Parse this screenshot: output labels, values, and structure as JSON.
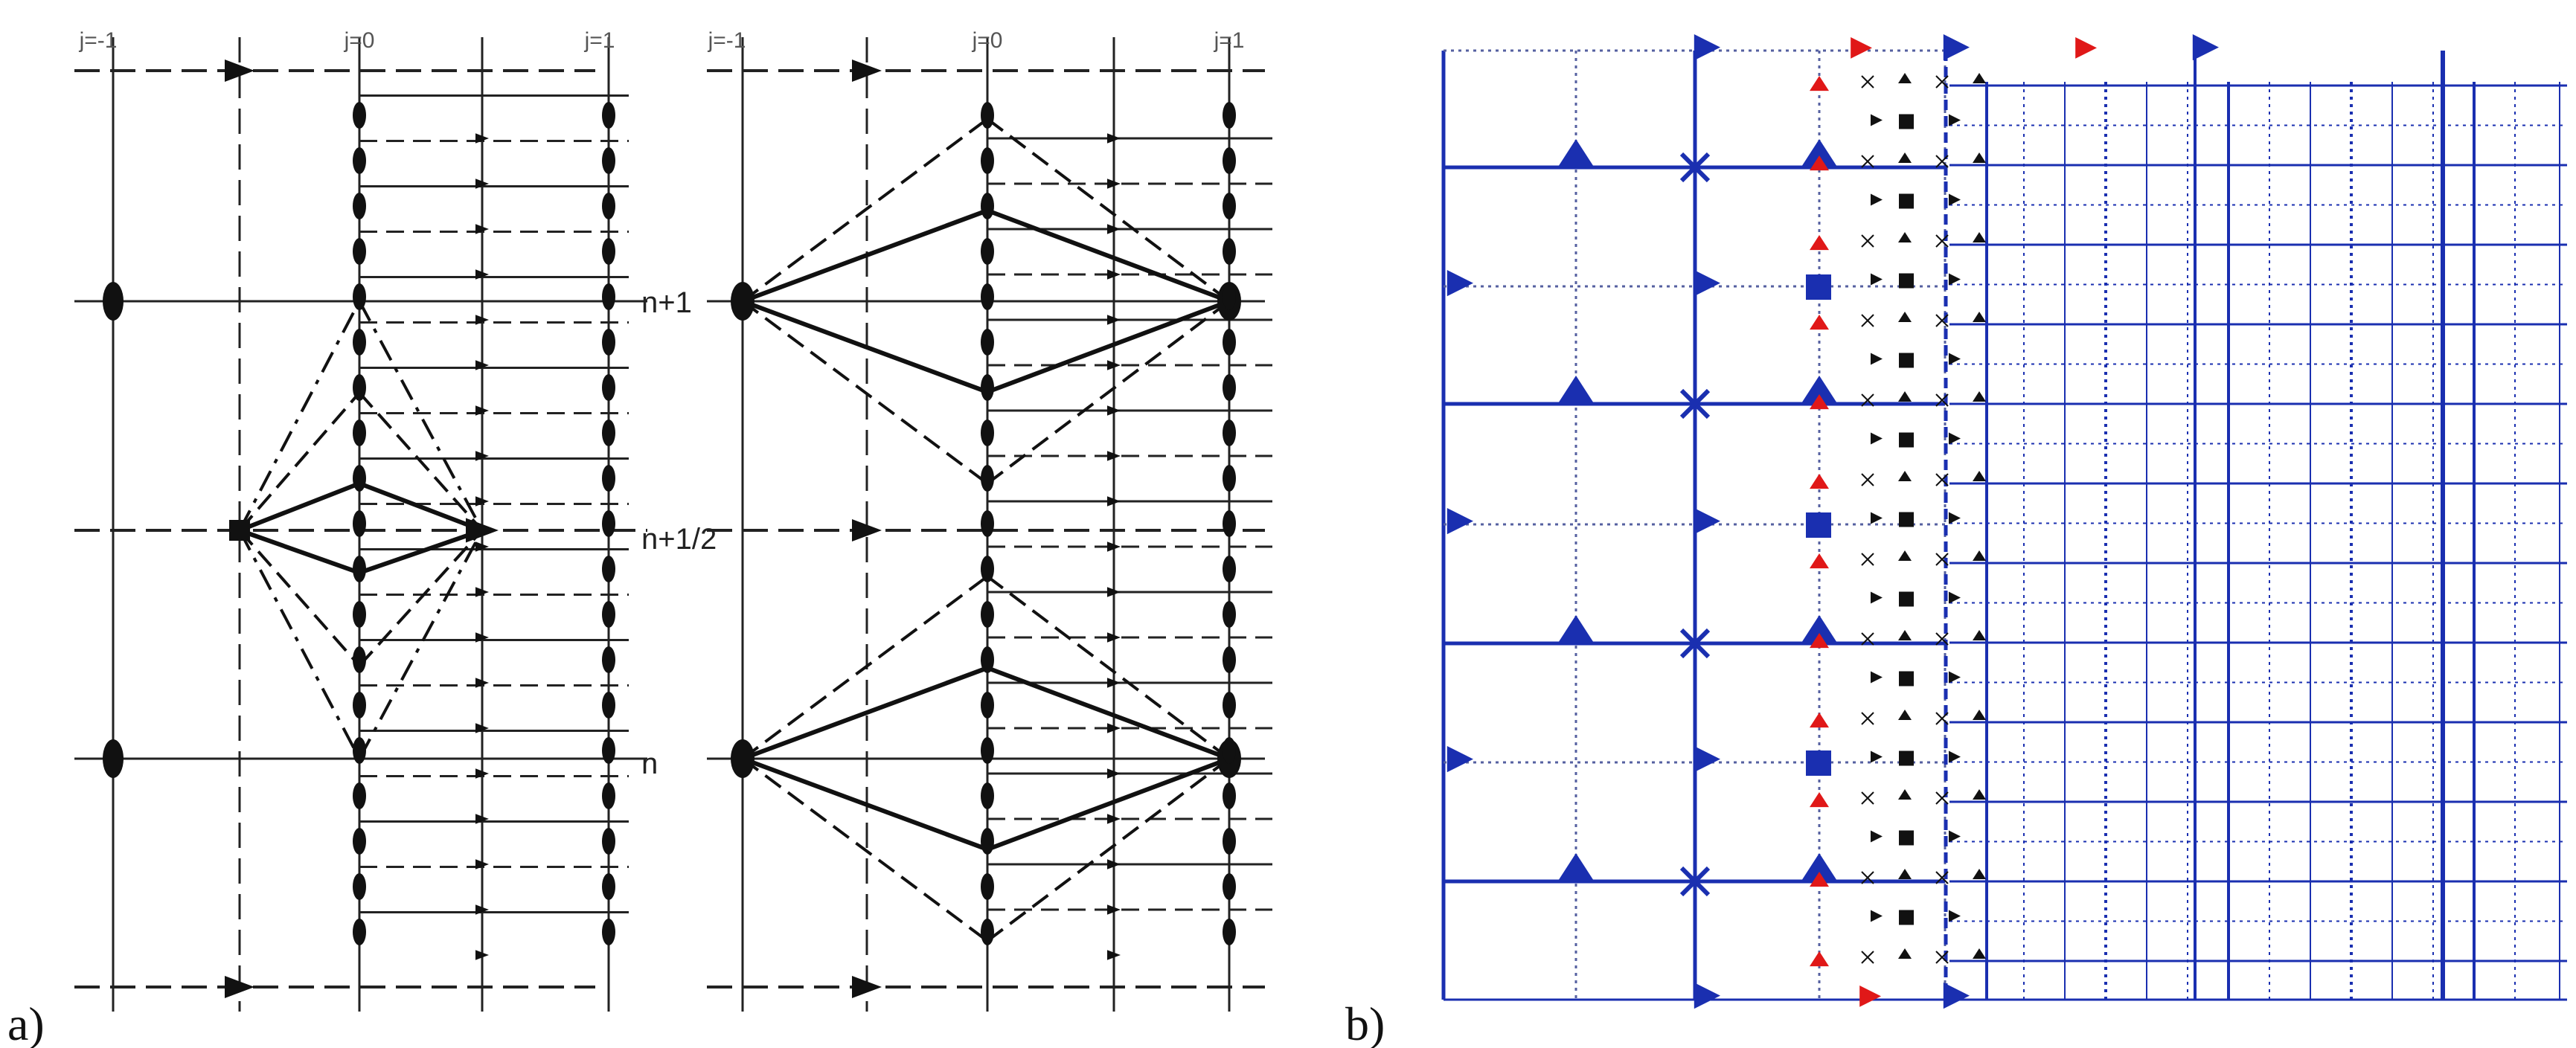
{
  "panel_a": {
    "label": "a)",
    "left_grid": {
      "col_labels": [
        "j=-1",
        "j=0",
        "j=1"
      ]
    },
    "right_grid": {
      "col_labels": [
        "j=-1",
        "j=0",
        "j=1"
      ]
    },
    "level_labels": {
      "upper": "n+1",
      "middle": "n+1/2",
      "lower": "n"
    }
  },
  "panel_b": {
    "label": "b)",
    "colors": {
      "grid": "#1a2fb0",
      "fine_marker": "#111111",
      "interface_marker": "#e01818"
    }
  }
}
